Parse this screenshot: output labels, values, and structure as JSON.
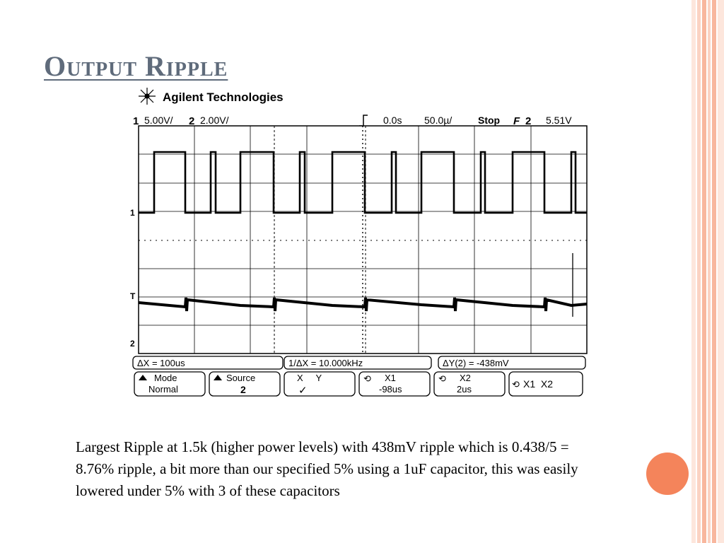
{
  "slide": {
    "title": "Output Ripple",
    "body": "Largest Ripple at 1.5k (higher power levels) with 438mV ripple which is 0.438/5 = 8.76% ripple, a bit more than our specified 5% using a 1uF capacitor, this was easily lowered under 5% with 3 of these capacitors"
  },
  "colors": {
    "accent": "#f4845b",
    "stripe_light": "#fbd3c3",
    "stripe_mid": "#f8b79e",
    "title": "#5f6b7b"
  },
  "scope": {
    "brand": "Agilent Technologies",
    "status": {
      "ch1_num": "1",
      "ch1_scale": "5.00V/",
      "ch2_num": "2",
      "ch2_scale": "2.00V/",
      "time_offset": "0.0s",
      "time_div": "50.0µ/",
      "run_state": "Stop",
      "trigger_icon": "F",
      "trigger_ch": "2",
      "trigger_level": "5.51V"
    },
    "markers": {
      "ch1": "1",
      "trig": "T",
      "ch2": "2"
    },
    "measurements": {
      "dx": "ΔX = 100us",
      "inv_dx": "1/ΔX = 10.000kHz",
      "dy": "ΔY(2) = -438mV"
    },
    "softkeys": [
      {
        "l1": "Mode",
        "l2": "Normal"
      },
      {
        "l1": "Source",
        "l2": "2"
      },
      {
        "l1": "X     Y",
        "l2": "✓"
      },
      {
        "l1": "X1",
        "l2": "-98us"
      },
      {
        "l1": "X2",
        "l2": "2us"
      },
      {
        "l1": "X1  X2",
        "l2": ""
      }
    ],
    "icons": [
      "agilent-spark-icon",
      "trigger-edge-icon",
      "rotate-knob-icon"
    ]
  }
}
